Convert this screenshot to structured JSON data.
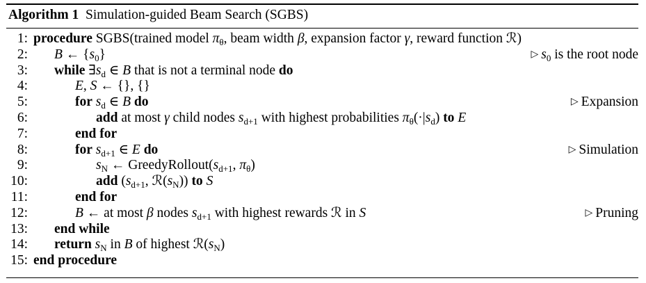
{
  "caption": {
    "label": "Algorithm 1",
    "title": "Simulation-guided Beam Search (SGBS)"
  },
  "lines": [
    {
      "num": "1:",
      "segments": [
        {
          "t": "procedure",
          "s": "kw"
        },
        {
          "t": " SGBS(trained model ",
          "s": ""
        },
        {
          "t": "π",
          "s": "m"
        },
        {
          "t": "θ",
          "s": "sub"
        },
        {
          "t": ", beam width ",
          "s": ""
        },
        {
          "t": "β",
          "s": "m"
        },
        {
          "t": ", expansion factor ",
          "s": ""
        },
        {
          "t": "γ",
          "s": "m"
        },
        {
          "t": ", reward function ",
          "s": ""
        },
        {
          "t": "ℛ",
          "s": ""
        },
        {
          "t": ")",
          "s": ""
        }
      ]
    },
    {
      "num": "2:",
      "segments": [
        {
          "t": "B",
          "s": "m"
        },
        {
          "t": " ← {",
          "s": ""
        },
        {
          "t": "s",
          "s": "m"
        },
        {
          "t": "0",
          "s": "sub"
        },
        {
          "t": "}",
          "s": ""
        }
      ],
      "comment": [
        {
          "t": "s",
          "s": "m"
        },
        {
          "t": "0",
          "s": "sub"
        },
        {
          "t": " is the root node",
          "s": ""
        }
      ]
    },
    {
      "num": "3:",
      "segments": [
        {
          "t": "while",
          "s": "kw"
        },
        {
          "t": " ∃",
          "s": ""
        },
        {
          "t": "s",
          "s": "m"
        },
        {
          "t": "d",
          "s": "sub"
        },
        {
          "t": " ∈ ",
          "s": ""
        },
        {
          "t": "B",
          "s": "m"
        },
        {
          "t": " that is not a terminal node ",
          "s": ""
        },
        {
          "t": "do",
          "s": "kw"
        }
      ]
    },
    {
      "num": "4:",
      "segments": [
        {
          "t": "E",
          "s": "m"
        },
        {
          "t": ", ",
          "s": ""
        },
        {
          "t": "S",
          "s": "m"
        },
        {
          "t": " ← {}, {}",
          "s": ""
        }
      ]
    },
    {
      "num": "5:",
      "segments": [
        {
          "t": "for",
          "s": "kw"
        },
        {
          "t": " ",
          "s": ""
        },
        {
          "t": "s",
          "s": "m"
        },
        {
          "t": "d",
          "s": "sub"
        },
        {
          "t": " ∈ ",
          "s": ""
        },
        {
          "t": "B",
          "s": "m"
        },
        {
          "t": " ",
          "s": ""
        },
        {
          "t": "do",
          "s": "kw"
        }
      ],
      "comment": [
        {
          "t": "Expansion",
          "s": ""
        }
      ]
    },
    {
      "num": "6:",
      "segments": [
        {
          "t": "add",
          "s": "kw"
        },
        {
          "t": " at most ",
          "s": ""
        },
        {
          "t": "γ",
          "s": "m"
        },
        {
          "t": " child nodes ",
          "s": ""
        },
        {
          "t": "s",
          "s": "m"
        },
        {
          "t": "d+1",
          "s": "sub"
        },
        {
          "t": " with highest probabilities ",
          "s": ""
        },
        {
          "t": "π",
          "s": "m"
        },
        {
          "t": "θ",
          "s": "sub"
        },
        {
          "t": "(·|",
          "s": ""
        },
        {
          "t": "s",
          "s": "m"
        },
        {
          "t": "d",
          "s": "sub"
        },
        {
          "t": ") ",
          "s": ""
        },
        {
          "t": "to",
          "s": "kw"
        },
        {
          "t": " ",
          "s": ""
        },
        {
          "t": "E",
          "s": "m"
        }
      ]
    },
    {
      "num": "7:",
      "segments": [
        {
          "t": "end for",
          "s": "kw"
        }
      ]
    },
    {
      "num": "8:",
      "segments": [
        {
          "t": "for",
          "s": "kw"
        },
        {
          "t": " ",
          "s": ""
        },
        {
          "t": "s",
          "s": "m"
        },
        {
          "t": "d+1",
          "s": "sub"
        },
        {
          "t": " ∈ ",
          "s": ""
        },
        {
          "t": "E",
          "s": "m"
        },
        {
          "t": " ",
          "s": ""
        },
        {
          "t": "do",
          "s": "kw"
        }
      ],
      "comment": [
        {
          "t": "Simulation",
          "s": ""
        }
      ]
    },
    {
      "num": "9:",
      "segments": [
        {
          "t": "s",
          "s": "m"
        },
        {
          "t": "N",
          "s": "sub"
        },
        {
          "t": " ← GreedyRollout(",
          "s": ""
        },
        {
          "t": "s",
          "s": "m"
        },
        {
          "t": "d+1",
          "s": "sub"
        },
        {
          "t": ", ",
          "s": ""
        },
        {
          "t": "π",
          "s": "m"
        },
        {
          "t": "θ",
          "s": "sub"
        },
        {
          "t": ")",
          "s": ""
        }
      ]
    },
    {
      "num": "10:",
      "segments": [
        {
          "t": "add",
          "s": "kw"
        },
        {
          "t": " (",
          "s": ""
        },
        {
          "t": "s",
          "s": "m"
        },
        {
          "t": "d+1",
          "s": "sub"
        },
        {
          "t": ", ℛ(",
          "s": ""
        },
        {
          "t": "s",
          "s": "m"
        },
        {
          "t": "N",
          "s": "sub"
        },
        {
          "t": ")) ",
          "s": ""
        },
        {
          "t": "to",
          "s": "kw"
        },
        {
          "t": " ",
          "s": ""
        },
        {
          "t": "S",
          "s": "m"
        }
      ]
    },
    {
      "num": "11:",
      "segments": [
        {
          "t": "end for",
          "s": "kw"
        }
      ]
    },
    {
      "num": "12:",
      "segments": [
        {
          "t": "B",
          "s": "m"
        },
        {
          "t": " ← at most ",
          "s": ""
        },
        {
          "t": "β",
          "s": "m"
        },
        {
          "t": " nodes ",
          "s": ""
        },
        {
          "t": "s",
          "s": "m"
        },
        {
          "t": "d+1",
          "s": "sub"
        },
        {
          "t": " with highest rewards ℛ in ",
          "s": ""
        },
        {
          "t": "S",
          "s": "m"
        }
      ],
      "comment": [
        {
          "t": "Pruning",
          "s": ""
        }
      ]
    },
    {
      "num": "13:",
      "segments": [
        {
          "t": "end while",
          "s": "kw"
        }
      ]
    },
    {
      "num": "14:",
      "segments": [
        {
          "t": "return",
          "s": "kw"
        },
        {
          "t": " ",
          "s": ""
        },
        {
          "t": "s",
          "s": "m"
        },
        {
          "t": "N",
          "s": "sub"
        },
        {
          "t": " in ",
          "s": ""
        },
        {
          "t": "B",
          "s": "m"
        },
        {
          "t": " of highest ℛ(",
          "s": ""
        },
        {
          "t": "s",
          "s": "m"
        },
        {
          "t": "N",
          "s": "sub"
        },
        {
          "t": ")",
          "s": ""
        }
      ]
    },
    {
      "num": "15:",
      "segments": [
        {
          "t": "end procedure",
          "s": "kw"
        }
      ]
    }
  ],
  "comment_marker": "▷"
}
